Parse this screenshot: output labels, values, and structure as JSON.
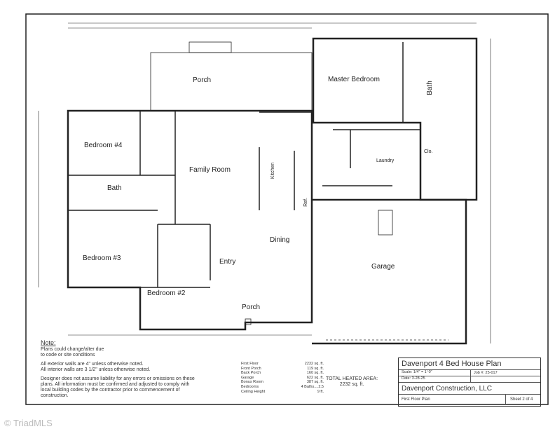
{
  "rooms": {
    "porch_rear": "Porch",
    "master_bedroom": "Master Bedroom",
    "bedroom4": "Bedroom #4",
    "family_room": "Family Room",
    "kitchen": "Kitchen",
    "bath_hall": "Bath",
    "bath_master": "Bath",
    "laundry": "Laundry",
    "bedroom3": "Bedroom #3",
    "entry": "Entry",
    "dining": "Dining",
    "bedroom2": "Bedroom #2",
    "porch_front": "Porch",
    "garage": "Garage",
    "closet": "Clo.",
    "ref": "Ref."
  },
  "notes": {
    "heading": "Note:",
    "line1": "Plans could change/alter due to code or site conditions",
    "line2": "All exterior walls are 4\" unless otherwise noted.",
    "line3": "All interior walls are 3 1/2\" unless otherwise noted.",
    "line4": "Designer does not assume liability for any errors or omissions on these plans. All information must be confirmed and adjusted to comply with local building codes by the contractor prior to commencement of construction."
  },
  "areas": [
    {
      "label": "First Floor",
      "value": "2232 sq. ft."
    },
    {
      "label": "Front Porch",
      "value": "119 sq. ft."
    },
    {
      "label": "Back Porch",
      "value": "160 sq. ft."
    },
    {
      "label": "Garage",
      "value": "622 sq. ft."
    },
    {
      "label": "Bonus Room",
      "value": "387 sq. ft."
    },
    {
      "label": "Bedrooms",
      "value": "4  Baths....2.5"
    },
    {
      "label": "Ceiling Height",
      "value": "9 ft."
    }
  ],
  "total": {
    "label": "TOTAL HEATED AREA:",
    "value": "2232 sq. ft."
  },
  "title_block": {
    "title": "Davenport 4 Bed House Plan",
    "scale": "Scale: 1/4\" = 1'-0\"",
    "job": "Job #: 25-017",
    "date": "Date: 3-28-25",
    "company": "Davenport Construction, LLC",
    "sheet_name": "First Floor Plan",
    "sheet_no": "Sheet 2 of 4"
  },
  "watermark": "© TriadMLS"
}
